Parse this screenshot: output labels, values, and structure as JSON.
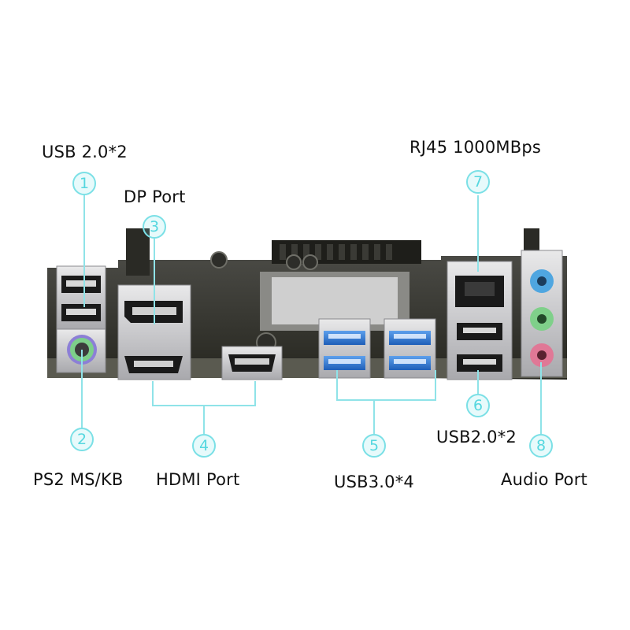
{
  "callouts": [
    {
      "number": "1",
      "label": "USB 2.0*2"
    },
    {
      "number": "2",
      "label": "PS2 MS/KB"
    },
    {
      "number": "3",
      "label": "DP Port"
    },
    {
      "number": "4",
      "label": "HDMI Port"
    },
    {
      "number": "5",
      "label": "USB3.0*4"
    },
    {
      "number": "6",
      "label": "USB2.0*2"
    },
    {
      "number": "7",
      "label": "RJ45 1000MBps"
    },
    {
      "number": "8",
      "label": "Audio Port"
    }
  ],
  "colors": {
    "callout_line": "#8fe3e8",
    "board": "#3b3b36",
    "usb3_blue": "#2f7ad6",
    "ps2": "#8c7fd6",
    "audio_line_in": "#4fa6e0",
    "audio_line_out": "#7fd08a",
    "audio_mic": "#e07896"
  }
}
